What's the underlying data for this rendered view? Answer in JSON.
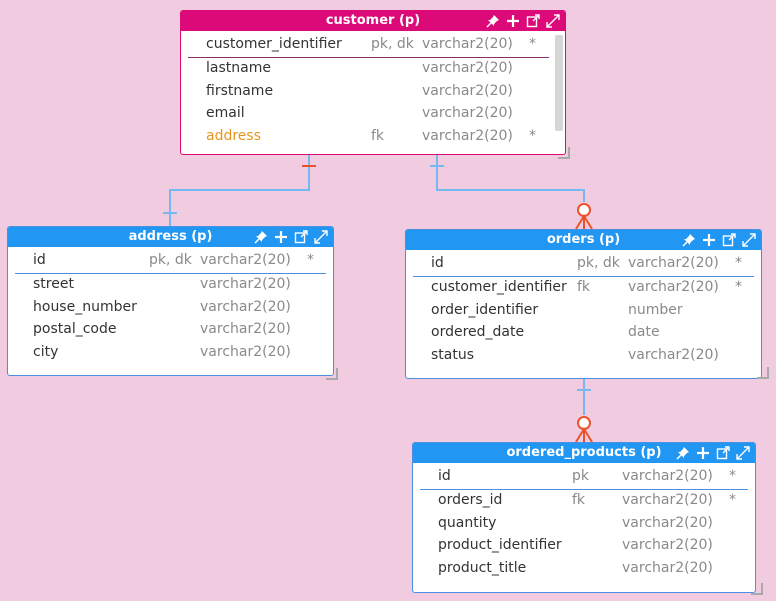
{
  "colors": {
    "background": "#f1cce0",
    "customer_header": "#dc0a78",
    "table_header": "#2196f3",
    "connector": "#78b8f0",
    "crowfoot": "#e8532c",
    "fk_text": "#e8961e"
  },
  "tables": {
    "customer": {
      "title": "customer (p)",
      "columns": [
        {
          "name": "customer_identifier",
          "key": "pk, dk",
          "type": "varchar2(20)",
          "req": "*"
        },
        {
          "name": "lastname",
          "key": "",
          "type": "varchar2(20)",
          "req": ""
        },
        {
          "name": "firstname",
          "key": "",
          "type": "varchar2(20)",
          "req": ""
        },
        {
          "name": "email",
          "key": "",
          "type": "varchar2(20)",
          "req": ""
        },
        {
          "name": "address",
          "key": "fk",
          "type": "varchar2(20)",
          "req": "*"
        }
      ]
    },
    "address": {
      "title": "address (p)",
      "columns": [
        {
          "name": "id",
          "key": "pk, dk",
          "type": "varchar2(20)",
          "req": "*"
        },
        {
          "name": "street",
          "key": "",
          "type": "varchar2(20)",
          "req": ""
        },
        {
          "name": "house_number",
          "key": "",
          "type": "varchar2(20)",
          "req": ""
        },
        {
          "name": "postal_code",
          "key": "",
          "type": "varchar2(20)",
          "req": ""
        },
        {
          "name": "city",
          "key": "",
          "type": "varchar2(20)",
          "req": ""
        }
      ]
    },
    "orders": {
      "title": "orders (p)",
      "columns": [
        {
          "name": "id",
          "key": "pk, dk",
          "type": "varchar2(20)",
          "req": "*"
        },
        {
          "name": "customer_identifier",
          "key": "fk",
          "type": "varchar2(20)",
          "req": "*"
        },
        {
          "name": "order_identifier",
          "key": "",
          "type": "number",
          "req": ""
        },
        {
          "name": "ordered_date",
          "key": "",
          "type": "date",
          "req": ""
        },
        {
          "name": "status",
          "key": "",
          "type": "varchar2(20)",
          "req": ""
        }
      ]
    },
    "ordered_products": {
      "title": "ordered_products (p)",
      "columns": [
        {
          "name": "id",
          "key": "pk",
          "type": "varchar2(20)",
          "req": "*"
        },
        {
          "name": "orders_id",
          "key": "fk",
          "type": "varchar2(20)",
          "req": "*"
        },
        {
          "name": "quantity",
          "key": "",
          "type": "varchar2(20)",
          "req": ""
        },
        {
          "name": "product_identifier",
          "key": "",
          "type": "varchar2(20)",
          "req": ""
        },
        {
          "name": "product_title",
          "key": "",
          "type": "varchar2(20)",
          "req": ""
        }
      ]
    }
  }
}
